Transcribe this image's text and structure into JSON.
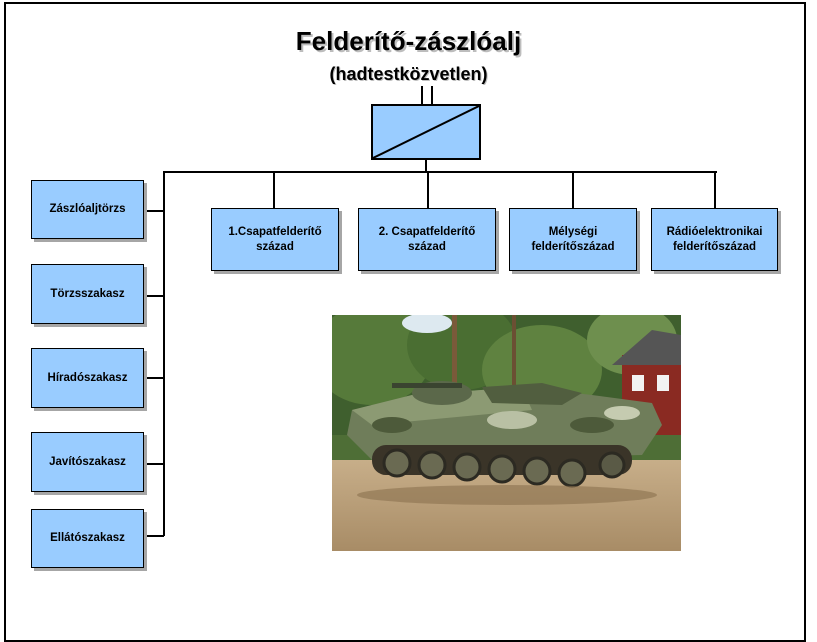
{
  "title": "Felderítő-zászlóalj",
  "subtitle": "(hadtestközvetlen)",
  "symbol": "reconnaissance-unit-symbol",
  "companies": [
    "1.Csapatfelderítő század",
    "2. Csapatfelderítő század",
    "Mélységi felderítőszázad",
    "Rádióelektronikai felderítőszázad"
  ],
  "platoons": [
    "Zászlóaljtörzs",
    "Törzsszakasz",
    "Híradószakasz",
    "Javítószakasz",
    "Ellátószakasz"
  ],
  "colors": {
    "box_fill": "#99ccff",
    "line": "#000000"
  },
  "photo": "armored-infantry-vehicle-photo"
}
